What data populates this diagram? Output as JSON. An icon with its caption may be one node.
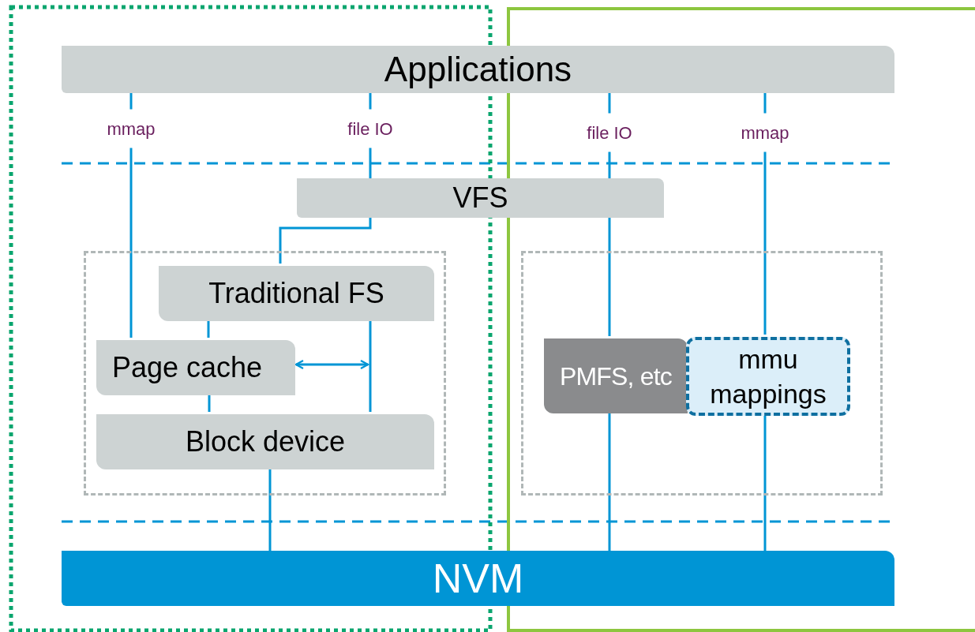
{
  "diagram": {
    "nodes": [
      {
        "text": [
          "Applications"
        ]
      },
      {
        "text": [
          "VFS"
        ]
      },
      {
        "text": [],
        "shape": "box"
      },
      {
        "text": [
          "Traditional FS"
        ],
        "in": 2
      },
      {
        "text": [
          "Page cache"
        ],
        "in": 2
      },
      {
        "text": [
          "Block device"
        ],
        "in": 2
      },
      {
        "text": [],
        "shape": "box"
      },
      {
        "text": [
          "PMFS, etc"
        ],
        "in": 6
      },
      {
        "text": [
          "mmu mappings"
        ],
        "in": 6
      },
      {
        "text": [
          "NVM"
        ]
      }
    ],
    "edges": [
      {
        "from": 0,
        "to": 4,
        "arrow": "none",
        "label": "mmap"
      },
      {
        "from": 0,
        "to": 1,
        "arrow": "none",
        "label": "file IO"
      },
      {
        "from": 1,
        "to": 3,
        "arrow": "none"
      },
      {
        "from": 3,
        "to": 4,
        "arrow": "none"
      },
      {
        "from": 4,
        "to": 5,
        "arrow": "none"
      },
      {
        "from": 4,
        "to": null,
        "arrow": "both"
      },
      {
        "from": 3,
        "to": 5,
        "arrow": "none"
      },
      {
        "from": 5,
        "to": 9,
        "arrow": "none"
      },
      {
        "from": 0,
        "to": 1,
        "arrow": "none",
        "label": "file IO"
      },
      {
        "from": 1,
        "to": 7,
        "arrow": "none"
      },
      {
        "from": 7,
        "to": 9,
        "arrow": "none"
      },
      {
        "from": 0,
        "to": 8,
        "arrow": "none",
        "label": "mmap"
      },
      {
        "from": 8,
        "to": 9,
        "arrow": "none"
      }
    ]
  }
}
